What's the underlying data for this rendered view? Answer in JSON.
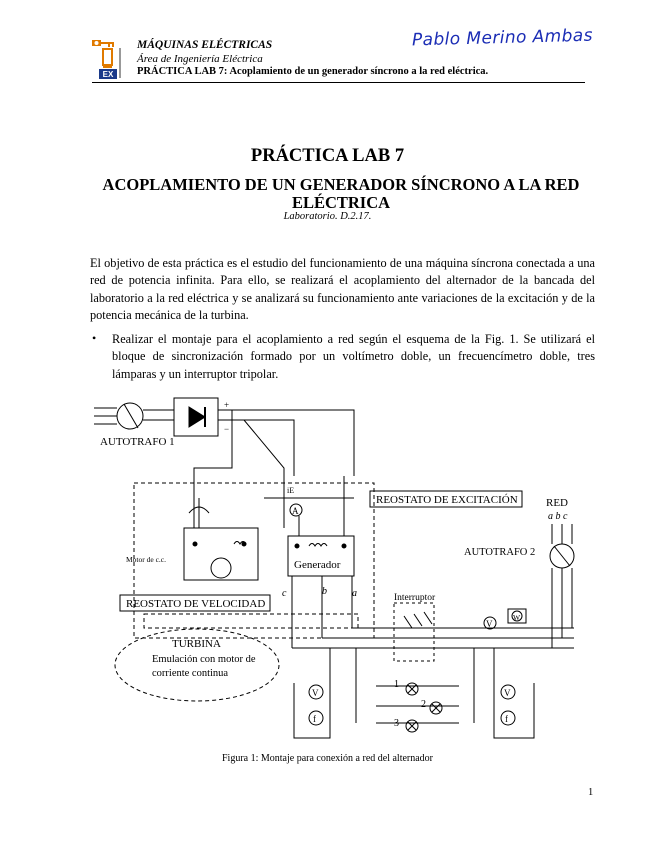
{
  "header": {
    "title": "MÁQUINAS ELÉCTRICAS",
    "area": "Área de Ingeniería Eléctrica",
    "practice": "PRÁCTICA LAB 7: Acoplamiento de un generador síncrono a la red eléctrica.",
    "signature": "Pablo Merino Ambas",
    "logo_text": "EX"
  },
  "document": {
    "title": "PRÁCTICA LAB 7",
    "subtitle": "ACOPLAMIENTO DE UN GENERADOR SÍNCRONO A LA RED ELÉCTRICA",
    "lab": "Laboratorio.  D.2.17.",
    "paragraph": "El objetivo de esta práctica es el estudio del funcionamiento de una máquina síncrona conectada a una red de potencia infinita. Para ello, se realizará el acoplamiento del alternador de la bancada del laboratorio a la red eléctrica y se analizará su funcionamiento ante variaciones de la excitación y de la potencia mecánica de la turbina.",
    "bullet_symbol": "•",
    "bullet": "Realizar el montaje para el acoplamiento a red según el esquema de la Fig. 1. Se utilizará el bloque de sincronización formado por un voltímetro doble, un frecuencímetro doble,  tres lámparas y un interruptor tripolar.",
    "caption": "Figura 1: Montaje para conexión a red del alternador",
    "page_number": "1"
  },
  "diagram": {
    "autotrafo1": "AUTOTRAFO 1",
    "reostato_excitacion": "REOSTATO DE EXCITACIÓN",
    "red": "RED",
    "phases": "a  b  c",
    "autotrafo2": "AUTOTRAFO 2",
    "motor_cc": "Motor de c.c.",
    "generador": "Generador",
    "reostato_velocidad": "REOSTATO DE VELOCIDAD",
    "turbina": "TURBINA",
    "emulacion": "Emulación con motor de",
    "corriente": "corriente continua",
    "interruptor": "Interruptor",
    "ie": "iE",
    "plus": "+",
    "minus": "−",
    "ammeter": "A",
    "voltmeter": "V",
    "wattmeter": "W",
    "freq": "f",
    "term_c": "c",
    "term_b": "b",
    "term_a": "a",
    "lamp1": "1",
    "lamp2": "2",
    "lamp3": "3"
  }
}
